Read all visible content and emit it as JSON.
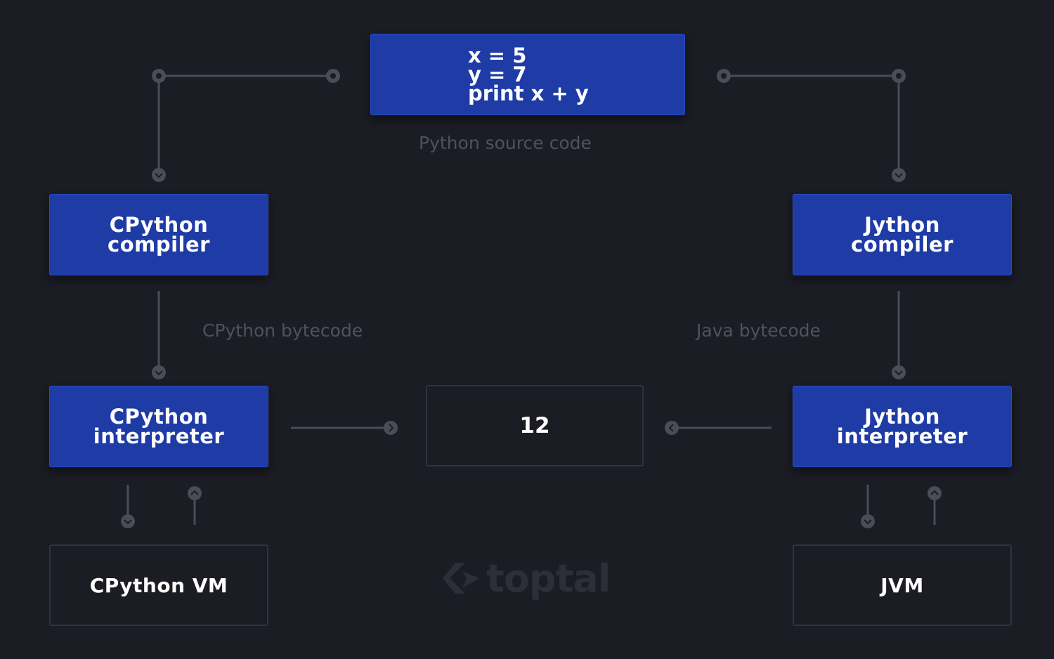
{
  "source": {
    "code": "x = 5\ny = 7\nprint x + y",
    "caption": "Python source code"
  },
  "cpython": {
    "compiler": "CPython\ncompiler",
    "bytecode_label": "CPython bytecode",
    "interpreter": "CPython\ninterpreter",
    "vm": "CPython VM"
  },
  "jython": {
    "compiler": "Jython\ncompiler",
    "bytecode_label": "Java bytecode",
    "interpreter": "Jython\ninterpreter",
    "vm": "JVM"
  },
  "output": {
    "value": "12"
  },
  "brand": {
    "name": "toptal"
  },
  "colors": {
    "background": "#1b1c24",
    "box": "#1e3ba6",
    "wire": "#4a4c56"
  }
}
